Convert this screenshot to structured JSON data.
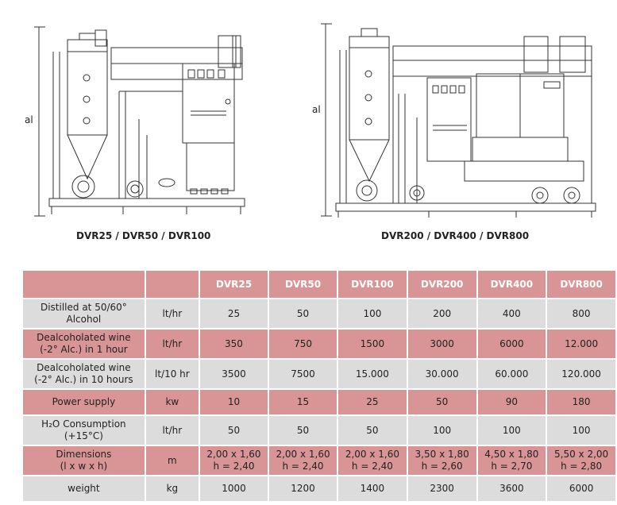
{
  "left_drawing": {
    "caption": "DVR25 / DVR50 / DVR100",
    "dim_label": "al"
  },
  "right_drawing": {
    "caption": "DVR200 / DVR400 / DVR800",
    "dim_label": "al"
  },
  "table": {
    "columns": [
      "DVR25",
      "DVR50",
      "DVR100",
      "DVR200",
      "DVR400",
      "DVR800"
    ],
    "rows": [
      {
        "label_lines": [
          "Distilled at 50/60°",
          "Alcohol"
        ],
        "unit": "lt/hr",
        "values": [
          "25",
          "50",
          "100",
          "200",
          "400",
          "800"
        ]
      },
      {
        "label_lines": [
          "Dealcoholated wine",
          "(-2° Alc.) in 1 hour"
        ],
        "unit": "lt/hr",
        "values": [
          "350",
          "750",
          "1500",
          "3000",
          "6000",
          "12.000"
        ]
      },
      {
        "label_lines": [
          "Dealcoholated wine",
          "(-2° Alc.) in 10 hours"
        ],
        "unit": "lt/10 hr",
        "values": [
          "3500",
          "7500",
          "15.000",
          "30.000",
          "60.000",
          "120.000"
        ]
      },
      {
        "label_lines": [
          "Power supply"
        ],
        "unit": "kw",
        "values": [
          "10",
          "15",
          "25",
          "50",
          "90",
          "180"
        ]
      },
      {
        "label_lines": [
          "H₂O Consumption",
          "(+15°C)"
        ],
        "unit": "lt/hr",
        "values": [
          "50",
          "50",
          "50",
          "100",
          "100",
          "100"
        ]
      },
      {
        "label_lines": [
          "Dimensions",
          "(l x w x h)"
        ],
        "unit": "m",
        "values": [
          "2,00 x 1,60\nh = 2,40",
          "2,00 x 1,60\nh = 2,40",
          "2,00 x 1,60\nh = 2,40",
          "3,50 x 1,80\nh = 2,60",
          "4,50 x 1,80\nh = 2,70",
          "5,50 x 2,00\nh = 2,80"
        ]
      },
      {
        "label_lines": [
          "weight"
        ],
        "unit": "kg",
        "values": [
          "1000",
          "1200",
          "1400",
          "2300",
          "3600",
          "6000"
        ]
      }
    ]
  },
  "colors": {
    "pink_row": "#d99595",
    "grey_row": "#dcdcdc",
    "header_text": "#ffffff",
    "line_art": "#333333"
  }
}
